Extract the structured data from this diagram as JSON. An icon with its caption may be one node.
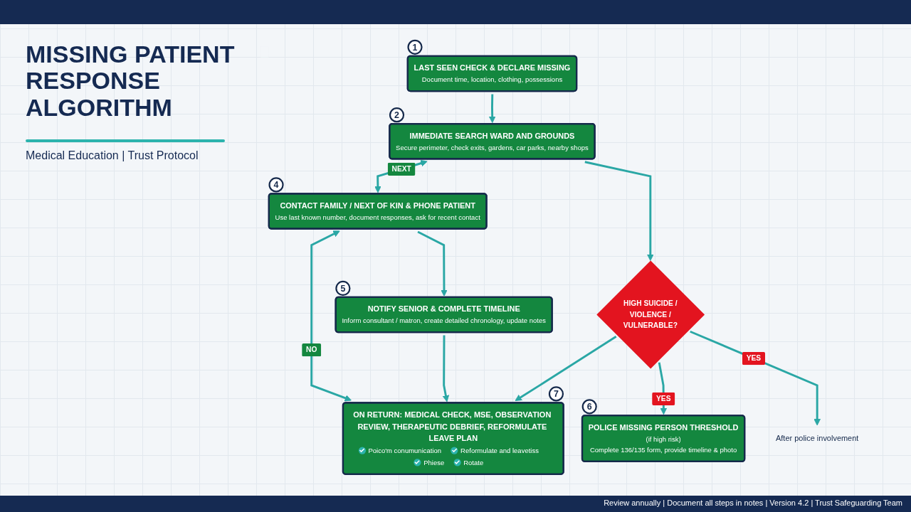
{
  "diagram": {
    "title": "MISSING PATIENT RESPONSE ALGORITHM",
    "nodes": [
      {
        "text": [
          "LAST SEEN CHECK & DECLARE MISSING",
          "Document time, location, clothing, possessions"
        ],
        "beside": [
          "1"
        ]
      },
      {
        "text": [
          "IMMEDIATE SEARCH WARD AND GROUNDS",
          "Secure perimeter, check exits, gardens, car parks, nearby shops"
        ],
        "beside": [
          "2"
        ]
      },
      {
        "text": [
          "CONTACT FAMILY / NEXT OF KIN & PHONE PATIENT",
          "Use last known number, document responses, ask for recent contact"
        ],
        "beside": [
          "4"
        ]
      },
      {
        "text": [
          "NOTIFY SENIOR & COMPLETE TIMELINE",
          "Inform consultant / matron, create detailed chronology, update notes"
        ],
        "beside": [
          "5"
        ]
      },
      {
        "text": [
          "HIGH SUICIDE / VIOLENCE / VULNERABLE?"
        ]
      },
      {
        "text": [
          "POLICE MISSING PERSON THRESHOLD",
          "(if high risk)",
          "Complete 136/135 form, provide timeline & photo"
        ],
        "beside": [
          "6"
        ]
      },
      {
        "text": [
          "ON RETURN: MEDICAL CHECK, MSE, OBSERVATION REVIEW, THERAPEUTIC DEBRIEF, REFORMULATE LEAVE PLAN",
          "Poico'm conumunication",
          "Reformulate and leavetiss",
          "Phiese",
          "Rotate"
        ],
        "beside": [
          "7"
        ]
      },
      {
        "text": [
          "After police involvement"
        ]
      }
    ],
    "edges": [
      {
        "from": 0,
        "to": 1,
        "arrow": "to"
      },
      {
        "from": 1,
        "to": 2,
        "arrow": "both",
        "label": "NEXT"
      },
      {
        "from": 1,
        "to": 4,
        "arrow": "to"
      },
      {
        "from": 4,
        "to": 5,
        "arrow": "to",
        "label": "YES"
      },
      {
        "from": 2,
        "to": 3,
        "arrow": "to"
      },
      {
        "from": 2,
        "to": 6,
        "arrow": "both",
        "label": "NO"
      },
      {
        "from": 3,
        "to": 6,
        "arrow": "to"
      },
      {
        "from": 4,
        "to": 6,
        "arrow": "to"
      },
      {
        "from": 4,
        "to": 7,
        "arrow": "to",
        "label": "YES"
      }
    ],
    "labels": [
      "Medical Education | Trust Protocol",
      "Review annually | Document all steps in notes | Version 4.2 | Trust Safeguarding Team"
    ]
  }
}
